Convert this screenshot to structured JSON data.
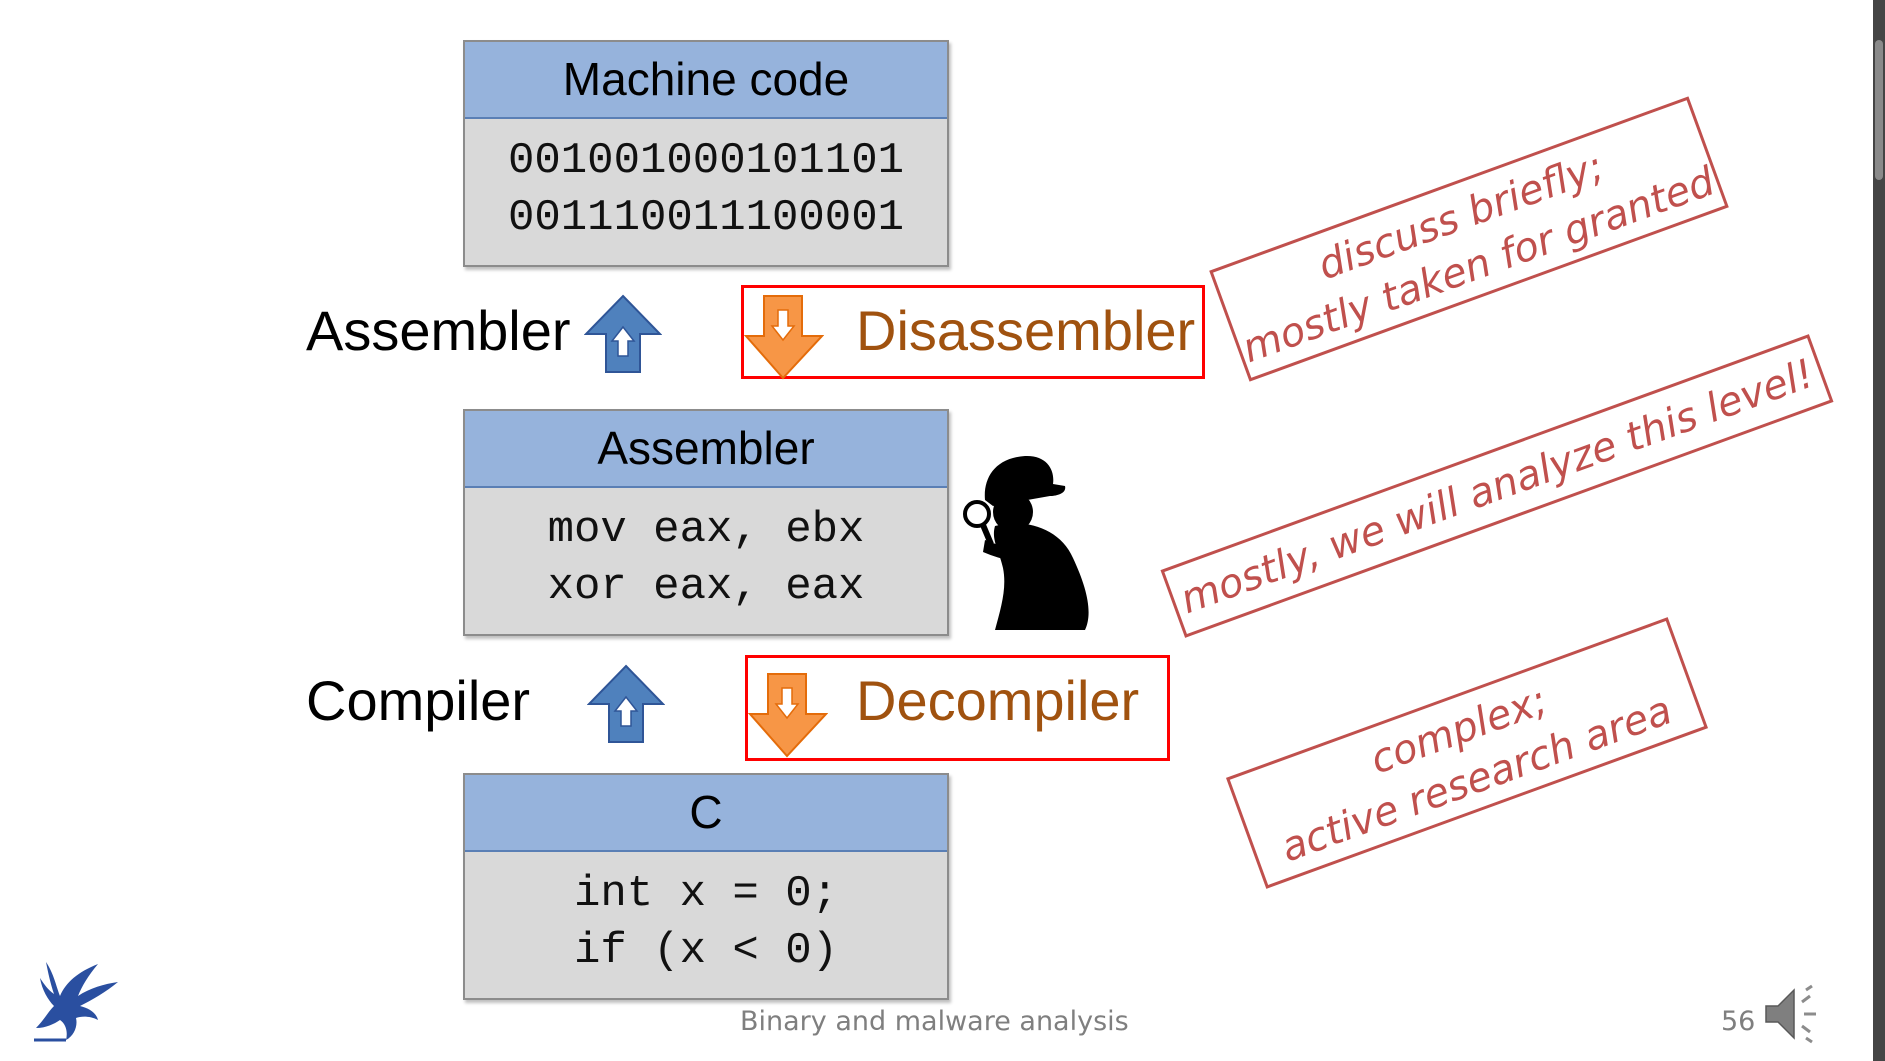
{
  "boxes": {
    "machine": {
      "title": "Machine code",
      "lines": [
        "001001000101101",
        "001110011100001"
      ]
    },
    "assembler": {
      "title": "Assembler",
      "lines": [
        "mov eax, ebx",
        "xor eax, eax"
      ]
    },
    "c": {
      "title": "C",
      "lines": [
        "int x = 0;",
        "if (x < 0)"
      ]
    }
  },
  "labels": {
    "assembler": "Assembler",
    "compiler": "Compiler",
    "disassembler": "Disassembler",
    "decompiler": "Decompiler"
  },
  "notes": {
    "disassembler": [
      "discuss briefly;",
      "mostly taken for granted"
    ],
    "assembly": [
      "mostly, we will analyze this level!"
    ],
    "decompiler": [
      "complex;",
      "active research area"
    ]
  },
  "footer": "Binary and malware analysis",
  "page_number": "56",
  "icons": {
    "up_arrow": "up-arrow-icon",
    "down_arrow": "down-arrow-icon",
    "detective": "detective-icon",
    "logo": "university-logo",
    "speaker": "speaker-icon"
  },
  "colors": {
    "box_header": "#96b3dc",
    "box_body": "#d9d9d9",
    "up_arrow": "#4f81bd",
    "down_arrow": "#f79646",
    "highlight_border": "#ff0000",
    "note_color": "#c0504d",
    "tool_text": "#a0520f"
  }
}
